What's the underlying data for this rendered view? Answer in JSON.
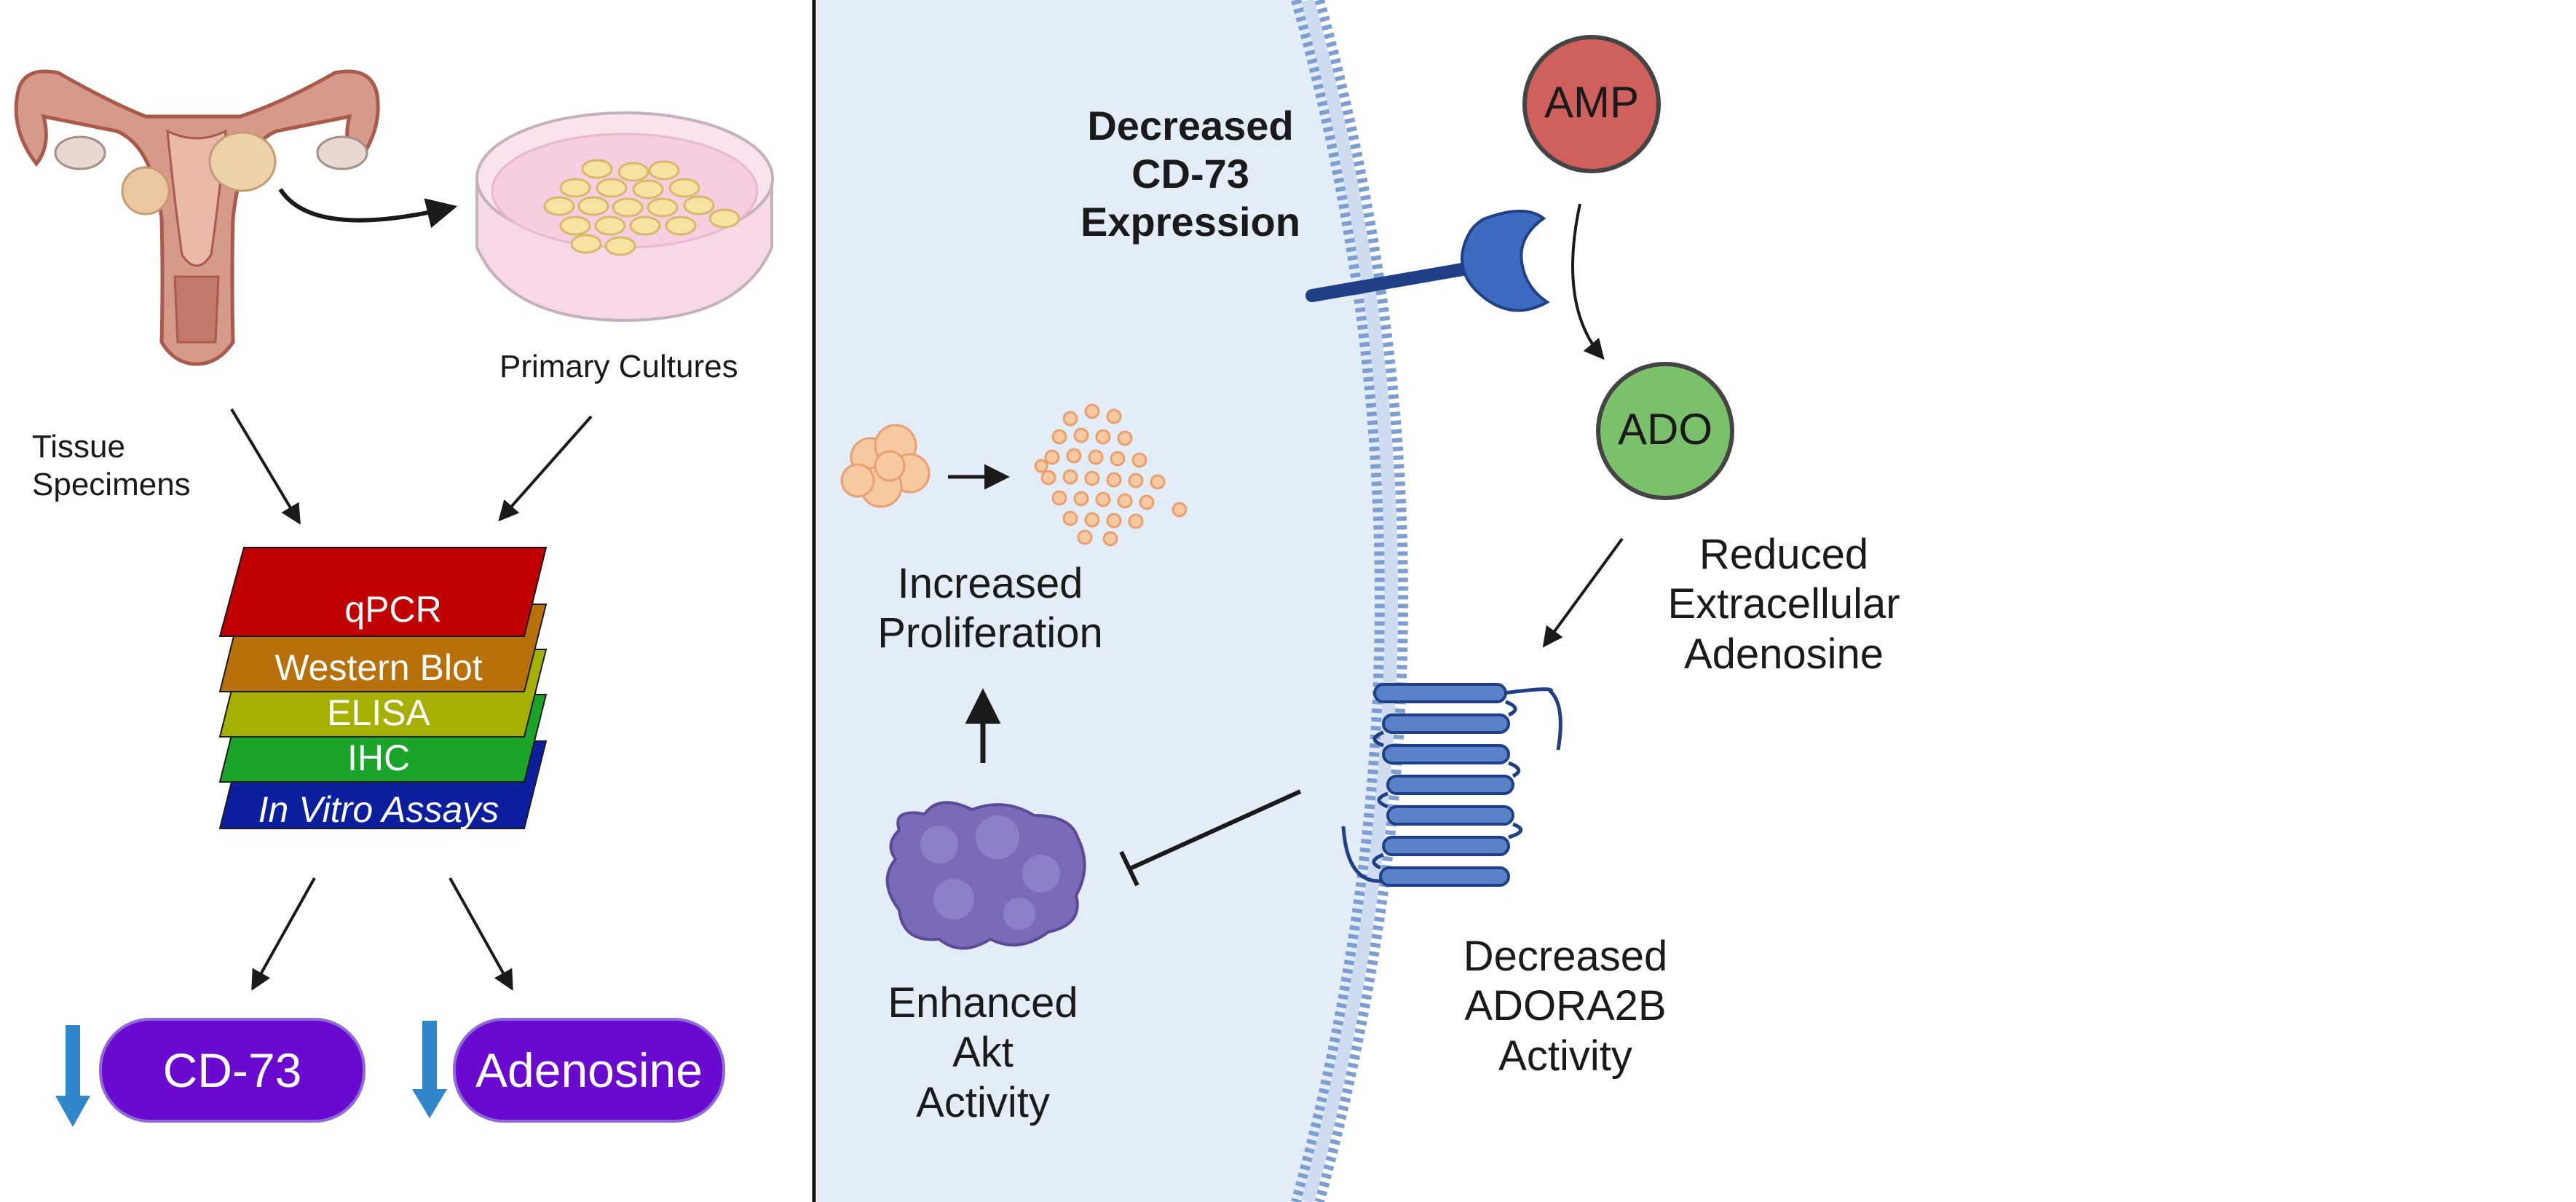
{
  "left_panel": {
    "tissue_label_line1": "Tissue",
    "tissue_label_line2": "Specimens",
    "cultures_label": "Primary Cultures",
    "assays": [
      "qPCR",
      "Western Blot",
      "ELISA",
      "IHC",
      "In Vitro Assays"
    ],
    "assay_colors": [
      "#c00000",
      "#b8700a",
      "#a6b000",
      "#1aa52a",
      "#0b1f9e"
    ],
    "results": [
      {
        "label": "CD-73",
        "direction": "down"
      },
      {
        "label": "Adenosine",
        "direction": "down"
      }
    ],
    "result_color": "#6a0ad0",
    "down_arrow_color": "#2f86c8"
  },
  "right_panel": {
    "cd73_label": [
      "Decreased",
      "CD-73",
      "Expression"
    ],
    "amp_label": "AMP",
    "ado_label": "ADO",
    "amp_color": "#d0605c",
    "ado_color": "#7bc06a",
    "reduced_label": [
      "Reduced",
      "Extracellular",
      "Adenosine"
    ],
    "adora_label": [
      "Decreased",
      "ADORA2B",
      "Activity"
    ],
    "akt_label": [
      "Enhanced",
      "Akt",
      "Activity"
    ],
    "prolif_label": [
      "Increased",
      "Proliferation"
    ],
    "cell_interior_color": "#e2edf8",
    "membrane_color": "#7d9ed0"
  }
}
